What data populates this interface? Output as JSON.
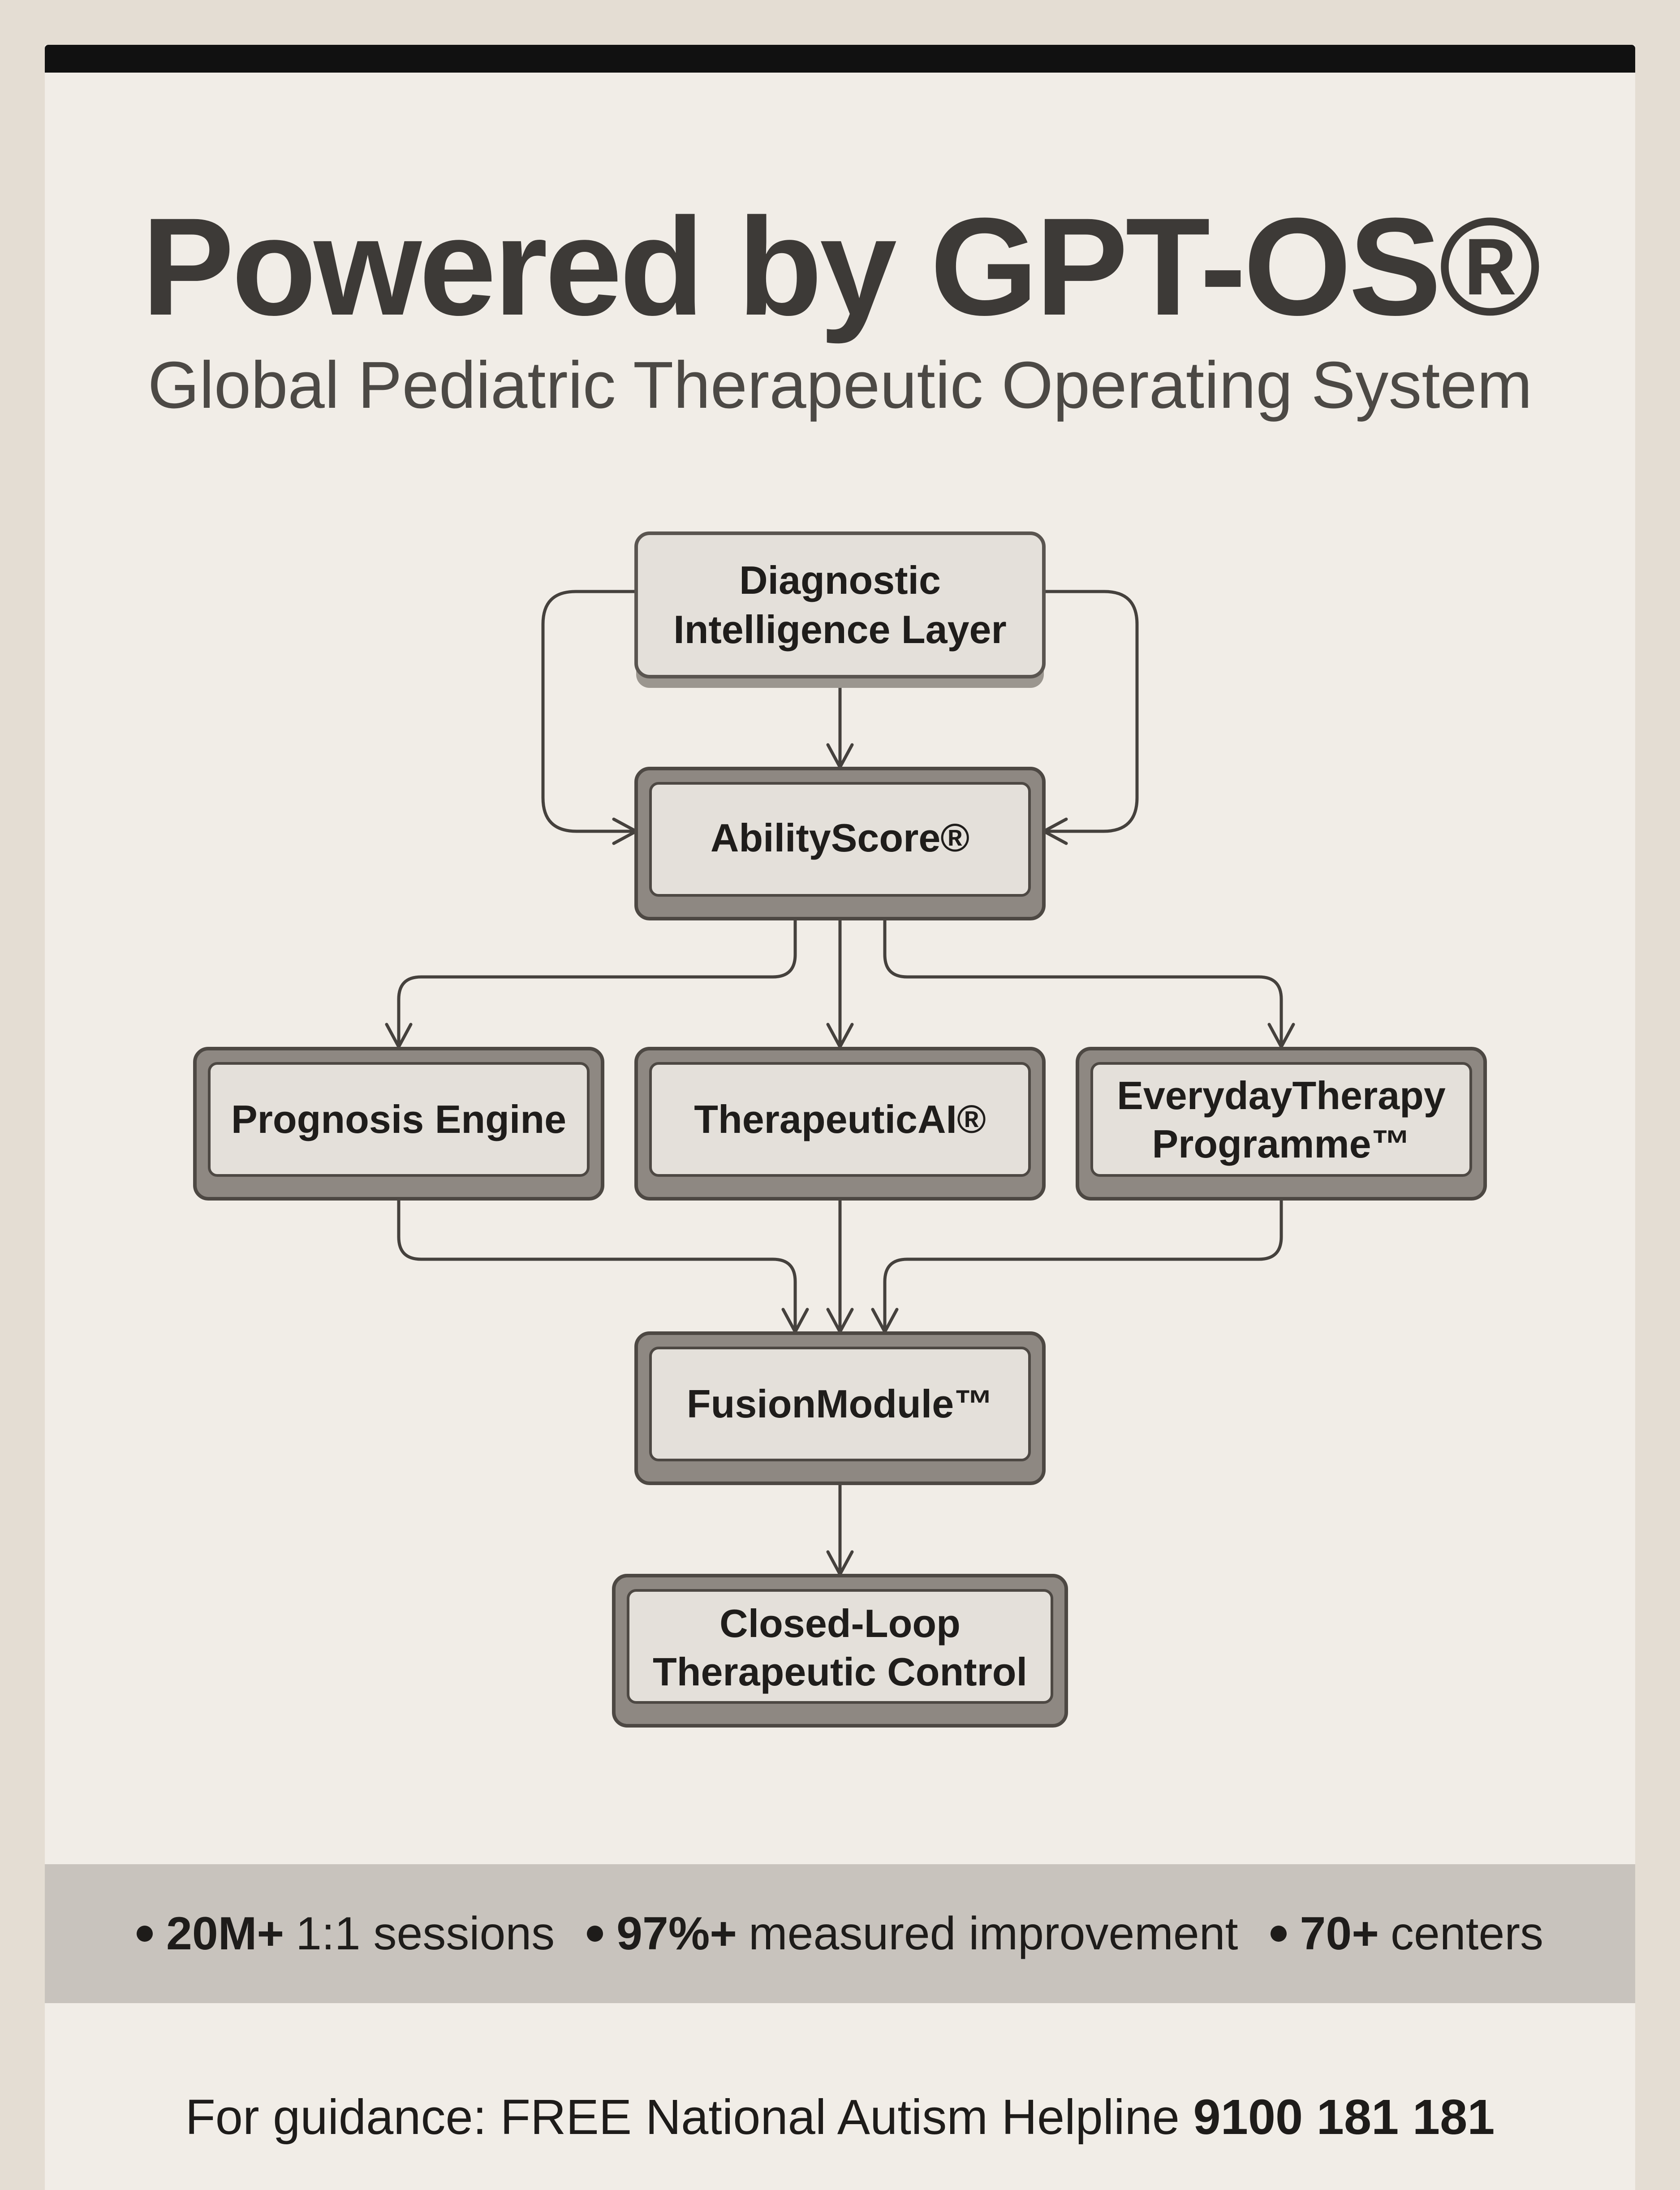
{
  "header": {
    "title": "Powered by GPT-OS®",
    "subtitle": "Global Pediatric Therapeutic Operating System"
  },
  "diagram": {
    "nodes": {
      "diagnostic": {
        "line1": "Diagnostic",
        "line2": "Intelligence Layer"
      },
      "ability": {
        "line1": "AbilityScore®"
      },
      "prognosis": {
        "line1": "Prognosis Engine"
      },
      "therapeutic_ai": {
        "line1": "TherapeuticAI®"
      },
      "everyday": {
        "line1": "EverydayTherapy",
        "line2": "Programme™"
      },
      "fusion": {
        "line1": "FusionModule™"
      },
      "closed_loop": {
        "line1": "Closed-Loop",
        "line2": "Therapeutic Control"
      }
    }
  },
  "stats": [
    {
      "value": "20M+",
      "label": "1:1 sessions"
    },
    {
      "value": "97%+",
      "label": "measured improvement"
    },
    {
      "value": "70+",
      "label": "centers"
    }
  ],
  "footer": {
    "prefix": "For guidance: FREE National Autism Helpline",
    "number": "9100 181 181"
  },
  "colors": {
    "page_background": "#e4ddd3",
    "card_background": "#f1ede7",
    "top_bar": "#111111",
    "title_text": "#3d3a37",
    "node_fill": "#e2ded8",
    "node_border": "#57524d",
    "stats_band": "#c8c3bd"
  }
}
